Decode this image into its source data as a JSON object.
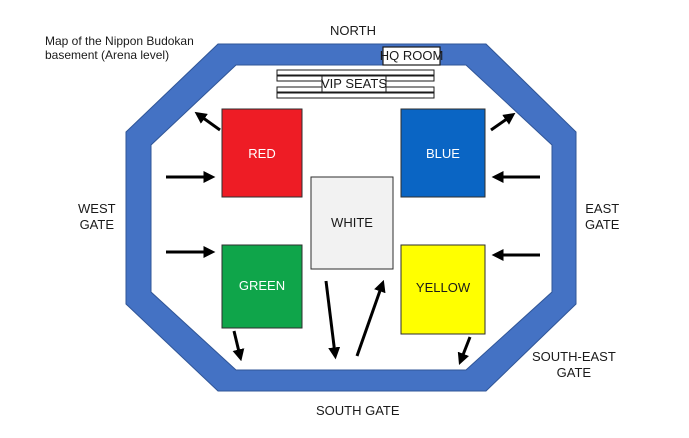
{
  "title_lines": [
    "Map of the Nippon Budokan",
    "basement (Arena level)"
  ],
  "compass": {
    "north": "NORTH",
    "west_gate": [
      "WEST",
      "GATE"
    ],
    "east_gate": [
      "EAST",
      "GATE"
    ],
    "south_east_gate": [
      "SOUTH-EAST",
      "GATE"
    ],
    "south_gate": "SOUTH GATE"
  },
  "rooms": {
    "hq_room": "HQ ROOM",
    "vip_seats": "VIP SEATS"
  },
  "zones": {
    "red": {
      "label": "RED",
      "fill": "#ee1c25",
      "text_color": "#ffffff"
    },
    "blue": {
      "label": "BLUE",
      "fill": "#0a65c4",
      "text_color": "#ffffff"
    },
    "white": {
      "label": "WHITE",
      "fill": "#f2f2f2",
      "text_color": "#1a1a1a"
    },
    "green": {
      "label": "GREEN",
      "fill": "#0fa54a",
      "text_color": "#ffffff"
    },
    "yellow": {
      "label": "YELLOW",
      "fill": "#ffff00",
      "text_color": "#1a1a1a"
    }
  },
  "colors": {
    "ring": "#4472c4",
    "outline": "#2e2e2e",
    "arrow": "#000000"
  }
}
